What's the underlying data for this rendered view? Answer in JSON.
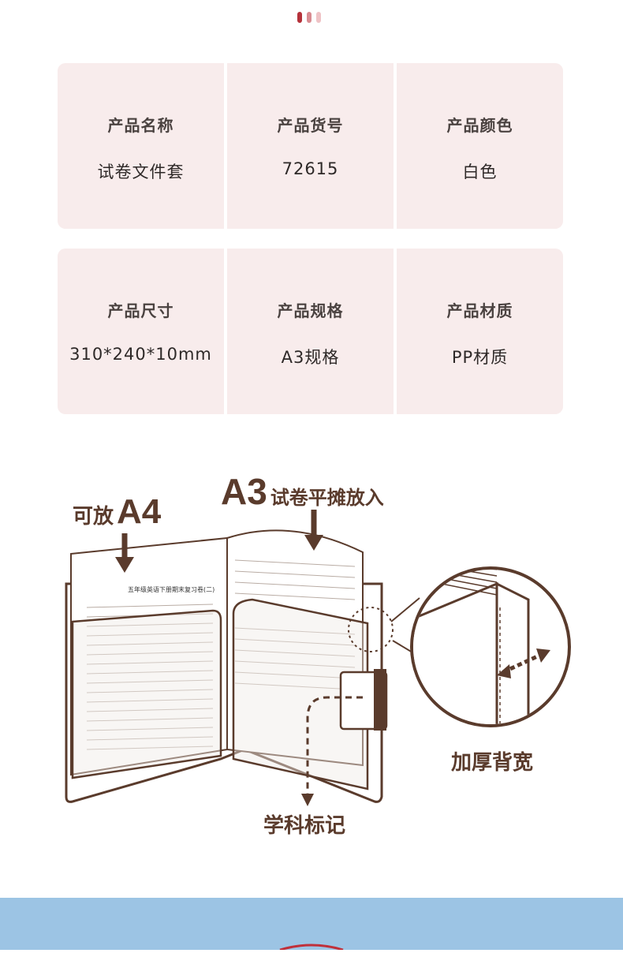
{
  "indicator": {
    "dots": [
      "#b5323a",
      "#d98c92",
      "#efc3c6"
    ]
  },
  "spec_rows": [
    [
      {
        "label": "产品名称",
        "value": "试卷文件套"
      },
      {
        "label": "产品货号",
        "value": "72615"
      },
      {
        "label": "产品颜色",
        "value": "白色"
      }
    ],
    [
      {
        "label": "产品尺寸",
        "value": "310*240*10mm"
      },
      {
        "label": "产品规格",
        "value": "A3规格"
      },
      {
        "label": "产品材质",
        "value": "PP材质"
      }
    ]
  ],
  "illustration": {
    "callout_a4_prefix": "可放",
    "callout_a4_big": "A4",
    "callout_a3_big": "A3",
    "callout_a3_suffix": "试卷平摊放入",
    "callout_spine": "加厚背宽",
    "callout_tab": "学科标记",
    "paper_title": "五年级英语下册期末复习卷(二)"
  },
  "colors": {
    "cell_bg": "#f8ecec",
    "brown": "#5a3b2c",
    "banner": "#9cc4e4"
  }
}
